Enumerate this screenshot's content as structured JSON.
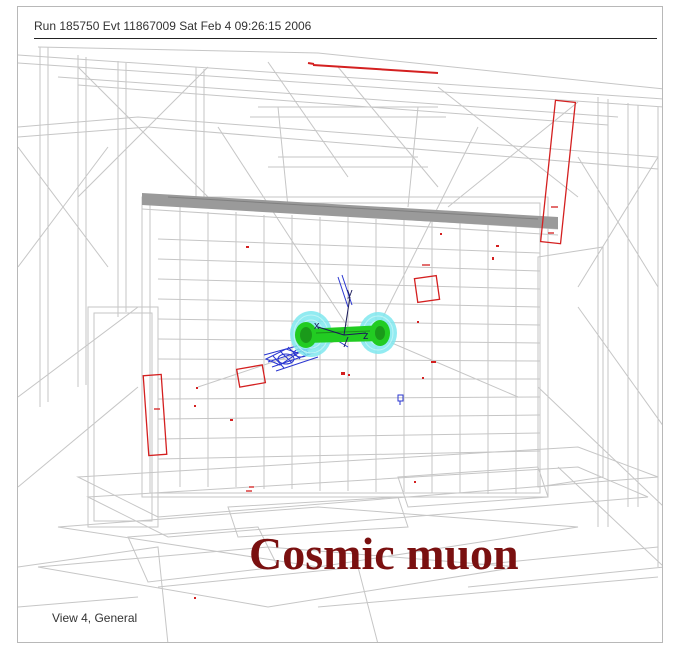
{
  "header": {
    "event_info": "Run 185750 Evt 11867009 Sat Feb  4 09:26:15 2006"
  },
  "view": {
    "label": "View 4, General"
  },
  "caption": {
    "text": "Cosmic muon"
  },
  "axes": {
    "x": "x",
    "y": "y",
    "z": "z"
  },
  "colors": {
    "detector_wireframe": "#c4c4c4",
    "hit_red": "#d42020",
    "track_green": "#22cc22",
    "calorimeter_cyan": "#7fe8ef",
    "muon_blue": "#2a36d0",
    "caption": "#7a1010"
  }
}
